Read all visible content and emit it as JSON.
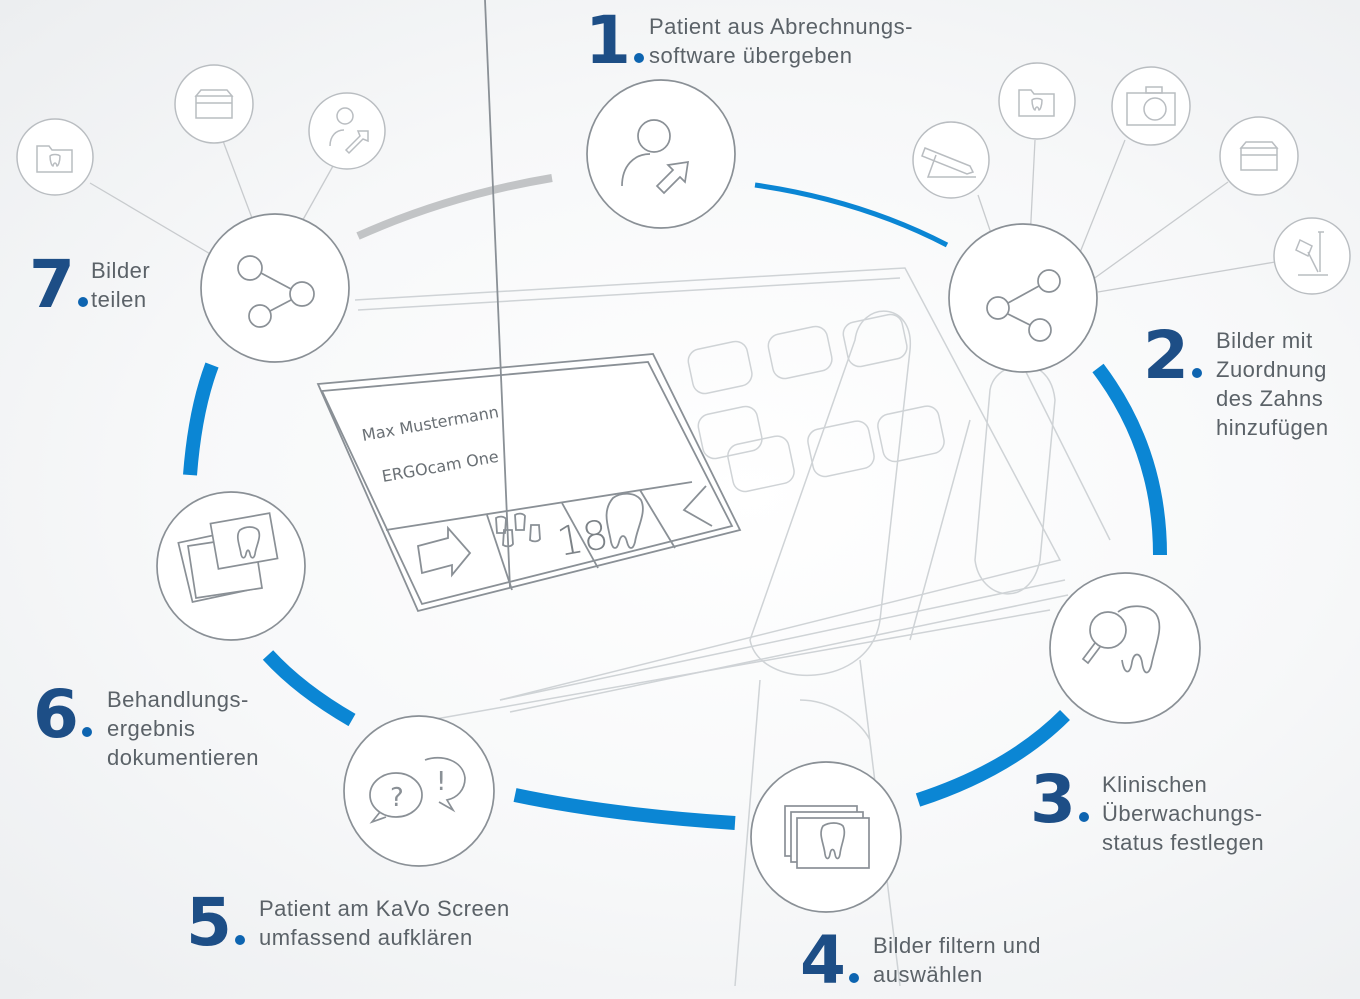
{
  "steps": [
    {
      "number": "1",
      "lines": [
        "Patient aus Abrechnungs-",
        "software übergeben"
      ],
      "icon": "patient-transfer-icon"
    },
    {
      "number": "2",
      "lines": [
        "Bilder mit",
        "Zuordnung",
        "des Zahns",
        "hinzufügen"
      ],
      "icon": "share-icon"
    },
    {
      "number": "3",
      "lines": [
        "Klinischen",
        "Überwachungs-",
        "status festlegen"
      ],
      "icon": "tooth-magnifier-icon"
    },
    {
      "number": "4",
      "lines": [
        "Bilder filtern und",
        "auswählen"
      ],
      "icon": "image-stack-tooth-icon"
    },
    {
      "number": "5",
      "lines": [
        "Patient am KaVo Screen",
        "umfassend aufklären"
      ],
      "icon": "speech-bubbles-icon"
    },
    {
      "number": "6",
      "lines": [
        "Behandlungs-",
        "ergebnis",
        "dokumentieren"
      ],
      "icon": "tooth-images-icon"
    },
    {
      "number": "7",
      "lines": [
        "Bilder",
        "teilen"
      ],
      "icon": "share-icon"
    }
  ],
  "screen": {
    "patient_name": "Max Mustermann",
    "device": "ERGOcam One",
    "tooth_number": "18"
  },
  "satellites_left": [
    "folder-tooth-icon",
    "archive-box-icon",
    "user-share-icon"
  ],
  "satellites_right": [
    "handpiece-icon",
    "folder-tooth-icon",
    "camera-icon",
    "archive-box-icon",
    "xray-device-icon"
  ],
  "colors": {
    "accent": "#0b86d4",
    "number": "#1d4e86",
    "line": "#8a9096",
    "faint": "#c8cbce"
  }
}
